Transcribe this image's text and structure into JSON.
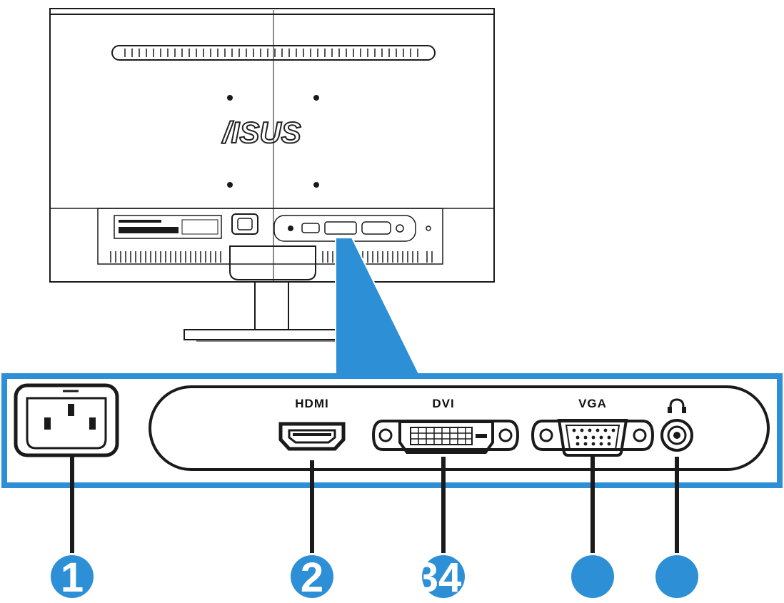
{
  "monitor": {
    "brand_logo": "/ISUS",
    "colors": {
      "accent": "#2d8fd5",
      "outline": "#1a1a1a",
      "callout_fill": "#ffffff"
    }
  },
  "ports": [
    {
      "id": "power",
      "label": "",
      "icon": "ac-power-inlet-icon"
    },
    {
      "id": "hdmi",
      "label": "HDMI",
      "icon": "hdmi-port-icon"
    },
    {
      "id": "dvi",
      "label": "DVI",
      "icon": "dvi-port-icon"
    },
    {
      "id": "vga",
      "label": "VGA",
      "icon": "vga-port-icon"
    },
    {
      "id": "audio",
      "label": "",
      "icon": "headphone-icon"
    }
  ],
  "markers": [
    {
      "port": "power",
      "text": "1"
    },
    {
      "port": "hdmi",
      "text": "2"
    },
    {
      "port": "dvi",
      "text": "34"
    },
    {
      "port": "vga",
      "text": ""
    },
    {
      "port": "audio",
      "text": ""
    }
  ]
}
